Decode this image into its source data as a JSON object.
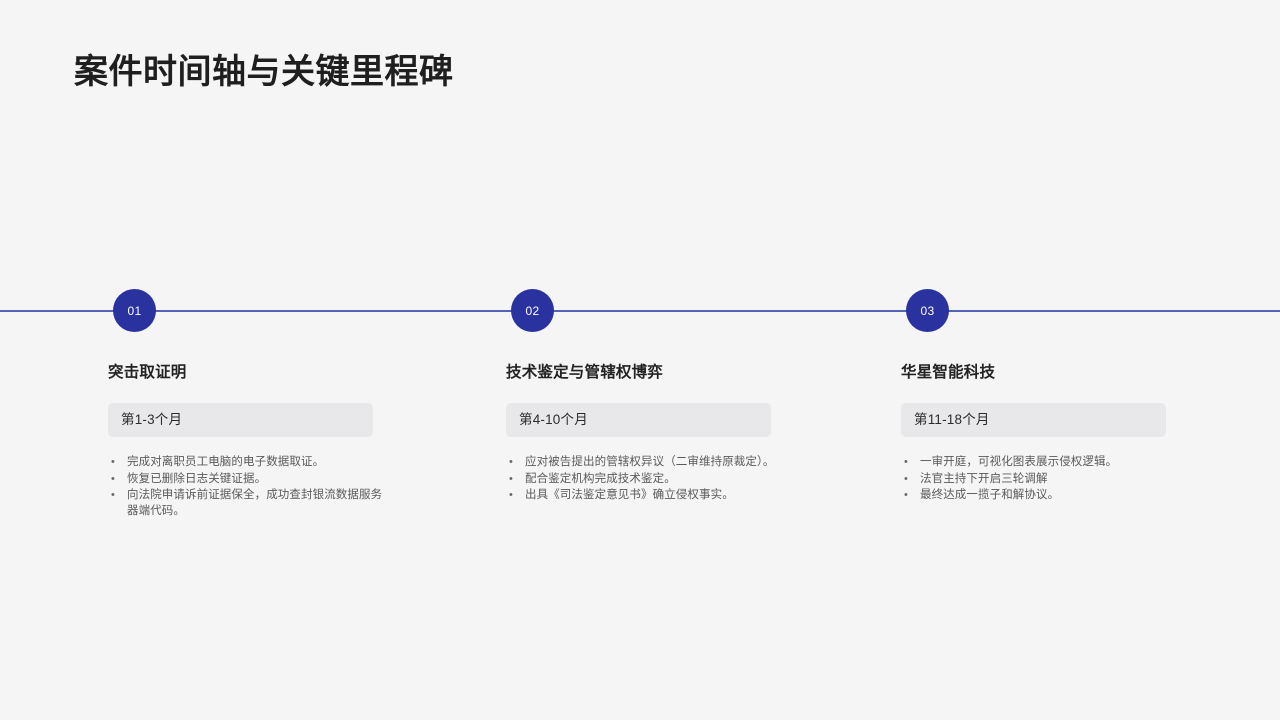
{
  "page": {
    "title": "案件时间轴与关键里程碑",
    "background_color": "#f5f5f6",
    "accent_color": "#2a32a0",
    "axis_color": "#5562b5",
    "chip_color": "#e8e8ea"
  },
  "timeline": {
    "items": [
      {
        "marker": "01",
        "title": "突击取证明",
        "period": "第1-3个月",
        "bullets": [
          "完成对离职员工电脑的电子数据取证。",
          "恢复已删除日志关键证据。",
          "向法院申请诉前证据保全，成功查封银流数据服务器端代码。"
        ]
      },
      {
        "marker": "02",
        "title": "技术鉴定与管辖权博弈",
        "period": "第4-10个月",
        "bullets": [
          "应对被告提出的管辖权异议（二审维持原裁定）。",
          "配合鉴定机构完成技术鉴定。",
          "出具《司法鉴定意见书》确立侵权事实。"
        ]
      },
      {
        "marker": "03",
        "title": "华星智能科技",
        "period": "第11-18个月",
        "bullets": [
          "一审开庭，可视化图表展示侵权逻辑。",
          "法官主持下开启三轮调解",
          "最终达成一揽子和解协议。"
        ]
      }
    ]
  }
}
